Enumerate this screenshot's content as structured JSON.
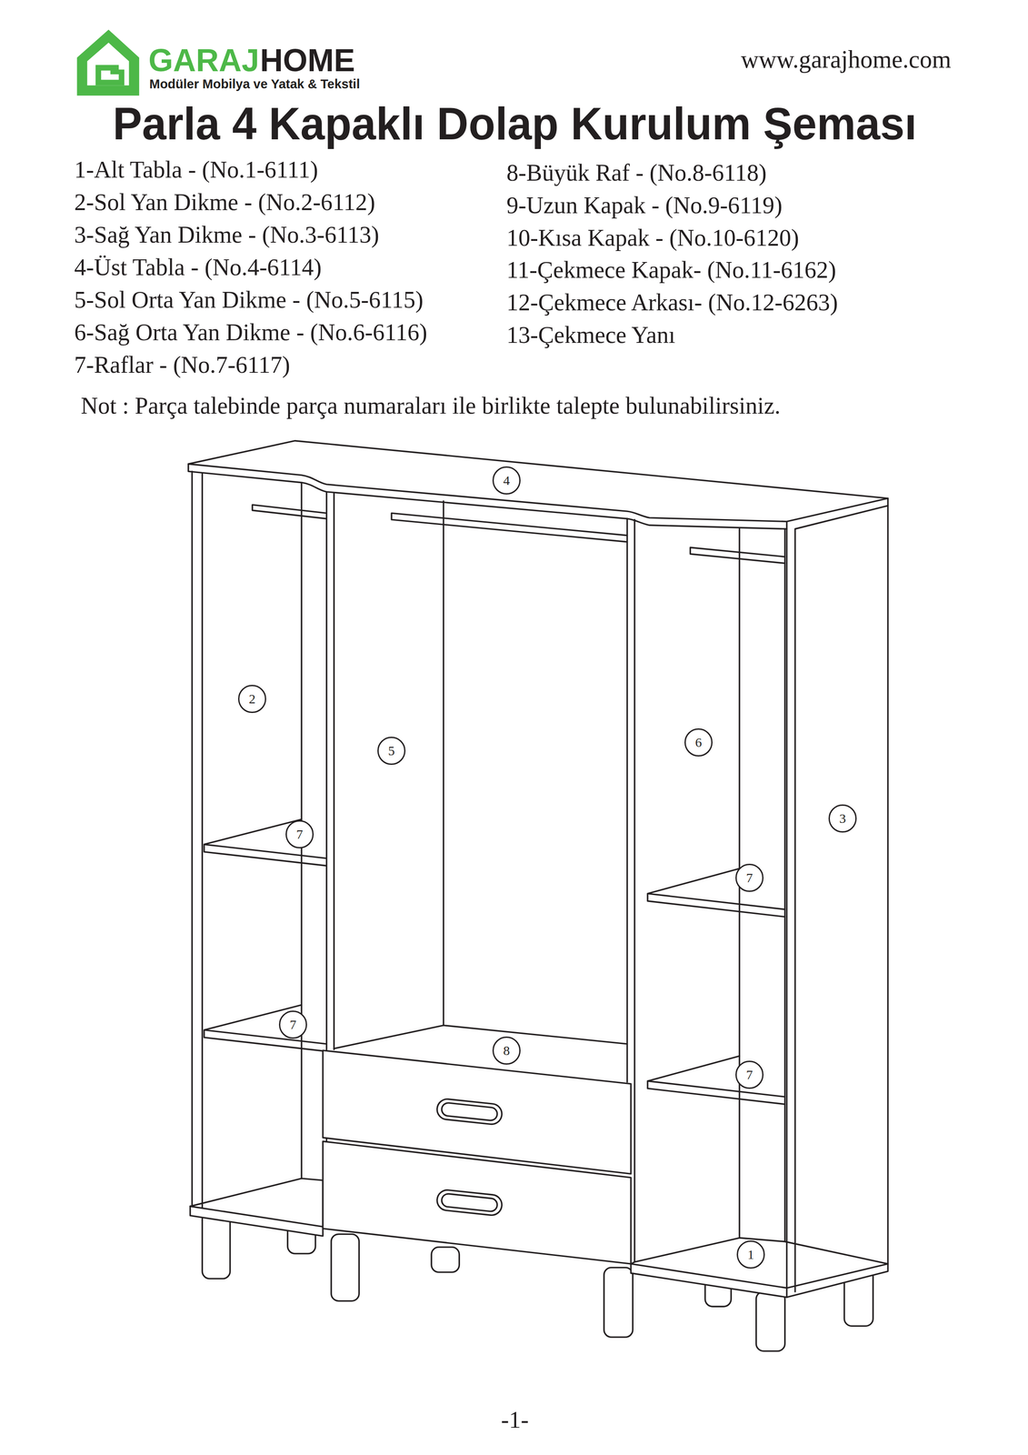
{
  "diagram": {
    "title": "Parla 4 Kapaklı Dolap Kurulum Şeması",
    "nodes": [
      {
        "text": [
          "4"
        ]
      },
      {
        "text": [
          "2"
        ]
      },
      {
        "text": [
          "5"
        ]
      },
      {
        "text": [
          "6"
        ]
      },
      {
        "text": [
          "3"
        ]
      },
      {
        "text": [
          "7"
        ]
      },
      {
        "text": [
          "7"
        ]
      },
      {
        "text": [
          "7"
        ]
      },
      {
        "text": [
          "8"
        ]
      },
      {
        "text": [
          "7"
        ]
      },
      {
        "text": [
          "1"
        ]
      }
    ],
    "labels": [
      "GARAJ",
      "HOME",
      "Modüler Mobilya ve Yatak & Tekstil",
      "www.garajhome.com",
      "1-Alt Tabla - (No.1-6111)",
      "2-Sol Yan Dikme - (No.2-6112)",
      "3-Sağ Yan Dikme - (No.3-6113)",
      "4-Üst Tabla - (No.4-6114)",
      "5-Sol Orta Yan Dikme - (No.5-6115)",
      "6-Sağ Orta Yan Dikme - (No.6-6116)",
      "7-Raflar - (No.7-6117)",
      "8-Büyük Raf - (No.8-6118)",
      "9-Uzun Kapak - (No.9-6119)",
      "10-Kısa Kapak - (No.10-6120)",
      "11-Çekmece Kapak- (No.11-6162)",
      "12-Çekmece Arkası- (No.12-6263)",
      "13-Çekmece Yanı",
      "Not : Parça talebinde parça numaraları ile birlikte talepte bulunabilirsiniz.",
      "-1-"
    ]
  }
}
